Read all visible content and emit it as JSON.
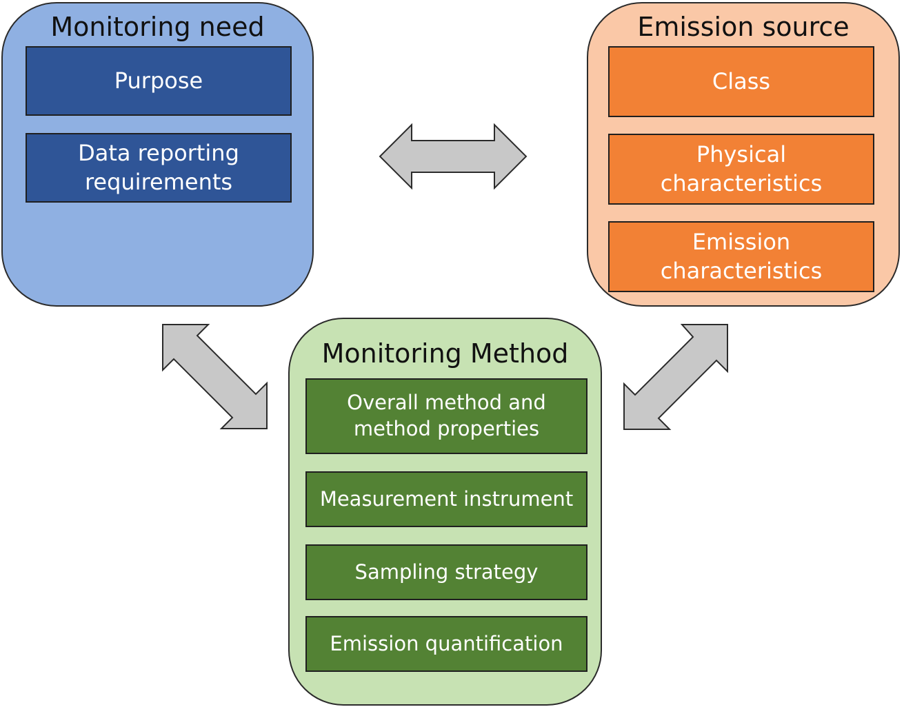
{
  "colors": {
    "need_bg": "#8fb0e2",
    "need_box": "#2f5597",
    "source_bg": "#fac8a7",
    "source_box": "#f28135",
    "method_bg": "#c7e2b3",
    "method_box": "#538234",
    "arrow_fill": "#c8c8c8",
    "arrow_stroke": "#2b2b2b"
  },
  "monitoring_need": {
    "title": "Monitoring need",
    "items": [
      "Purpose",
      "Data reporting requirements"
    ]
  },
  "emission_source": {
    "title": "Emission source",
    "items": [
      "Class",
      "Physical characteristics",
      "Emission characteristics"
    ]
  },
  "monitoring_method": {
    "title": "Monitoring Method",
    "items": [
      "Overall method and method properties",
      "Measurement instrument",
      "Sampling strategy",
      "Emission quantification"
    ]
  },
  "arrows": [
    {
      "from": "monitoring_need",
      "to": "emission_source"
    },
    {
      "from": "monitoring_need",
      "to": "monitoring_method"
    },
    {
      "from": "emission_source",
      "to": "monitoring_method"
    }
  ]
}
